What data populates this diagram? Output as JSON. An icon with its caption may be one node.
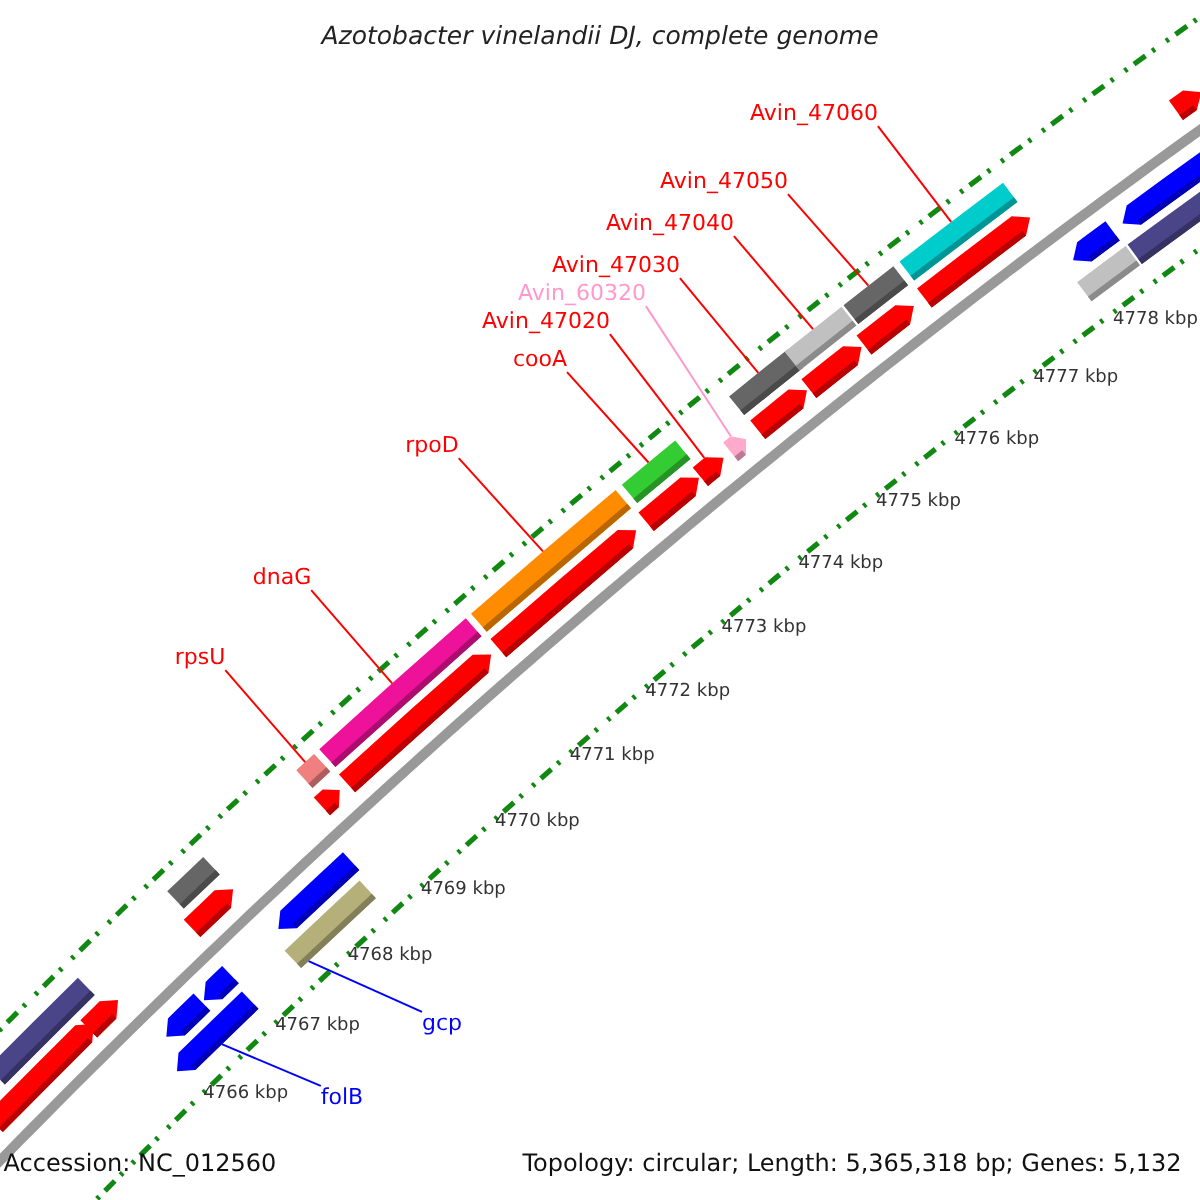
{
  "diagram": {
    "title": "Azotobacter vinelandii DJ, complete genome",
    "nodes": [
      {
        "text": [
          "Avin_47060"
        ]
      },
      {
        "text": [
          "Avin_47050"
        ]
      },
      {
        "text": [
          "Avin_47040"
        ]
      },
      {
        "text": [
          "Avin_47030"
        ]
      },
      {
        "text": [
          "Avin_60320"
        ]
      },
      {
        "text": [
          "Avin_47020"
        ]
      },
      {
        "text": [
          "cooA"
        ]
      },
      {
        "text": [
          "rpoD"
        ]
      },
      {
        "text": [
          "dnaG"
        ]
      },
      {
        "text": [
          "rpsU"
        ]
      },
      {
        "text": [
          "gcp"
        ]
      },
      {
        "text": [
          "folB"
        ]
      },
      {
        "text": [],
        "shape": "bar"
      },
      {
        "text": [],
        "shape": "bar"
      },
      {
        "text": [],
        "shape": "bar"
      },
      {
        "text": [],
        "shape": "bar"
      },
      {
        "text": [],
        "shape": "bar"
      },
      {
        "text": [],
        "shape": "bar"
      },
      {
        "text": [],
        "shape": "bar"
      },
      {
        "text": [],
        "shape": "bar"
      },
      {
        "text": [],
        "shape": "bar"
      },
      {
        "text": [],
        "shape": "bar"
      },
      {
        "text": [],
        "shape": "bar"
      },
      {
        "text": [],
        "shape": "bar"
      },
      {
        "text": [],
        "shape": "bar"
      },
      {
        "text": [],
        "shape": "bar"
      },
      {
        "text": [],
        "shape": "bar"
      },
      {
        "text": [],
        "shape": "bar"
      },
      {
        "text": [],
        "shape": "bar"
      },
      {
        "text": [],
        "shape": "bar"
      },
      {
        "text": [],
        "shape": "bar"
      },
      {
        "text": [],
        "shape": "bar"
      },
      {
        "text": [],
        "shape": "bar"
      },
      {
        "text": [],
        "shape": "bar"
      },
      {
        "text": [],
        "shape": "bar"
      },
      {
        "text": [],
        "shape": "bar"
      },
      {
        "text": [],
        "shape": "bar"
      },
      {
        "text": [],
        "shape": "bar"
      },
      {
        "text": [],
        "shape": "bar"
      },
      {
        "text": [],
        "shape": "bar"
      },
      {
        "text": [],
        "shape": "bar"
      },
      {
        "text": [],
        "shape": "bar"
      },
      {
        "text": [],
        "shape": "bar"
      },
      {
        "text": [],
        "shape": "bar"
      },
      {
        "text": [],
        "shape": "bar"
      }
    ],
    "edges": [
      {
        "from": 0,
        "to": 38,
        "arrow": "none"
      },
      {
        "from": 1,
        "to": 36,
        "arrow": "none"
      },
      {
        "from": 2,
        "to": 34,
        "arrow": "none"
      },
      {
        "from": 3,
        "to": 32,
        "arrow": "none"
      },
      {
        "from": 4,
        "to": 31,
        "arrow": "none",
        "color": "#ff99cc"
      },
      {
        "from": 5,
        "to": 30,
        "arrow": "none"
      },
      {
        "from": 6,
        "to": 28,
        "arrow": "none"
      },
      {
        "from": 7,
        "to": 26,
        "arrow": "none"
      },
      {
        "from": 8,
        "to": 24,
        "arrow": "none"
      },
      {
        "from": 9,
        "to": 20,
        "arrow": "none"
      },
      {
        "from": 10,
        "to": 23,
        "arrow": "none",
        "color": "#0000ff"
      },
      {
        "from": 11,
        "to": 18,
        "arrow": "none",
        "color": "#0000ff"
      }
    ],
    "labels": [
      "4766 kbp",
      "4767 kbp",
      "4768 kbp",
      "4769 kbp",
      "4770 kbp",
      "4771 kbp",
      "4772 kbp",
      "4773 kbp",
      "4774 kbp",
      "4775 kbp",
      "4776 kbp",
      "4777 kbp",
      "4778 kbp",
      "Accession: NC_012560",
      "Topology: circular; Length: 5,365,318 bp; Genes: 5,132"
    ]
  }
}
